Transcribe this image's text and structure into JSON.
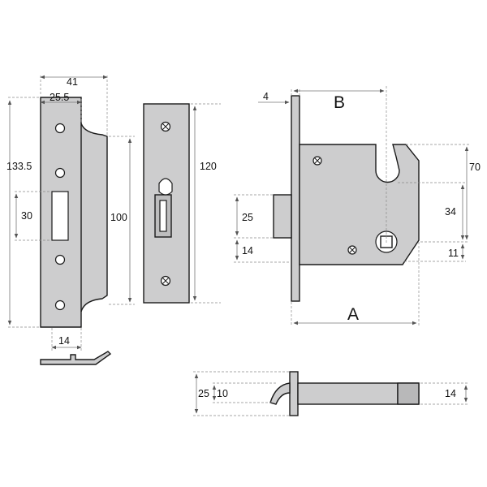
{
  "dimensions": {
    "d41": "41",
    "d25_5": "25.5",
    "d133_5": "133.5",
    "d30": "30",
    "d100": "100",
    "d14_strike": "14",
    "d120": "120",
    "d4": "4",
    "dB": "B",
    "d70": "70",
    "d25_bolt": "25",
    "d34": "34",
    "d14_bolt": "14",
    "d11": "11",
    "dA": "A",
    "d25_side": "25",
    "d10_side": "10",
    "d14_side": "14"
  }
}
